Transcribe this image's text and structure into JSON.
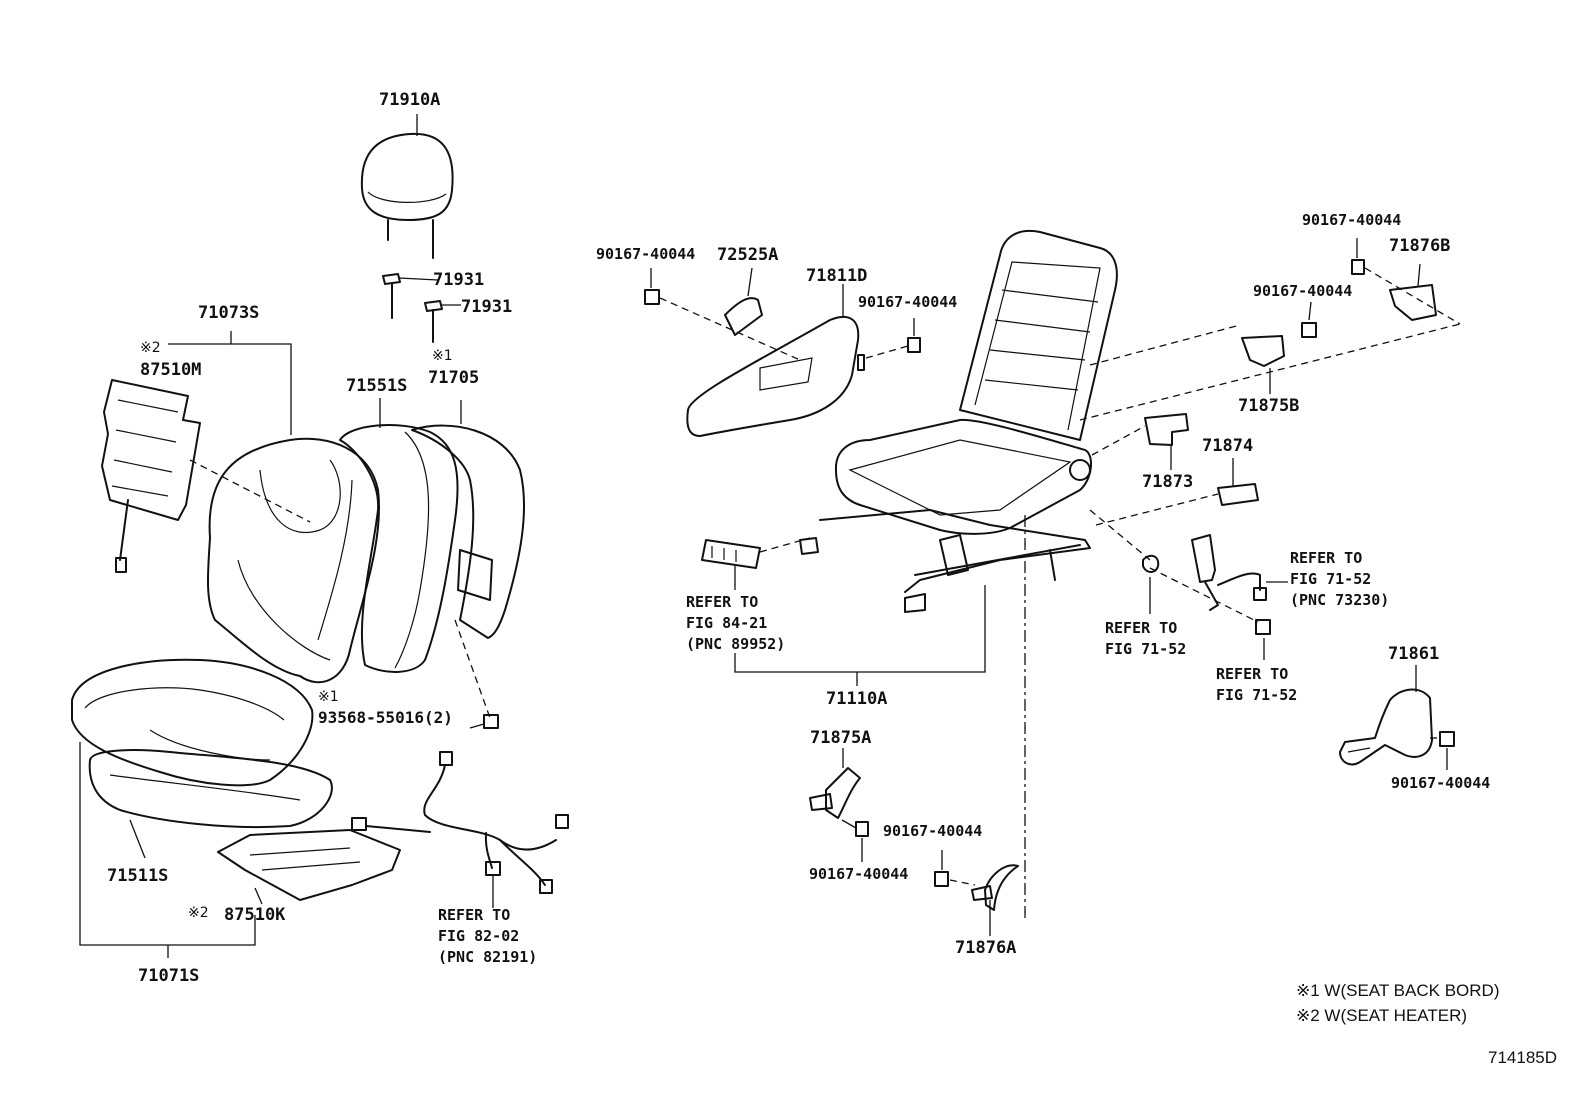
{
  "labels": {
    "headrest": "71910A",
    "support_upper": "71931",
    "support_lower": "71931",
    "back_cover_assy": "71073S",
    "back_heater": "87510M",
    "back_pad": "71551S",
    "back_board": "71705",
    "screw": "93568-55016(2)",
    "cushion_pad": "71511S",
    "cushion_heater": "87510K",
    "cushion_cover_assy": "71071S",
    "bolt_a": "90167-40044",
    "cover_72525a": "72525A",
    "shield_71811d": "71811D",
    "bolt_b": "90167-40044",
    "bolt_c": "90167-40044",
    "cover_71876b": "71876B",
    "bolt_d": "90167-40044",
    "cover_71875b": "71875B",
    "clip_71873": "71873",
    "clip_71874": "71874",
    "frame_71110a": "71110A",
    "cover_71875a": "71875A",
    "bolt_e": "90167-40044",
    "bolt_f": "90167-40044",
    "cover_71876a": "71876A",
    "cover_71861": "71861",
    "bolt_g": "90167-40044"
  },
  "marks": {
    "m1": "※1",
    "m2": "※2"
  },
  "references": {
    "switch": "REFER TO\nFIG 84-21\n(PNC 89952)",
    "wiring": "REFER TO\nFIG 82-02\n(PNC 82191)",
    "buckle": "REFER TO\nFIG 71-52\n(PNC 73230)",
    "ring": "REFER TO\nFIG 71-52",
    "nut": "REFER TO\nFIG 71-52"
  },
  "notes": {
    "n1": "※1 W(SEAT BACK BORD)",
    "n2": "※2 W(SEAT HEATER)"
  },
  "figure_number": "714185D"
}
